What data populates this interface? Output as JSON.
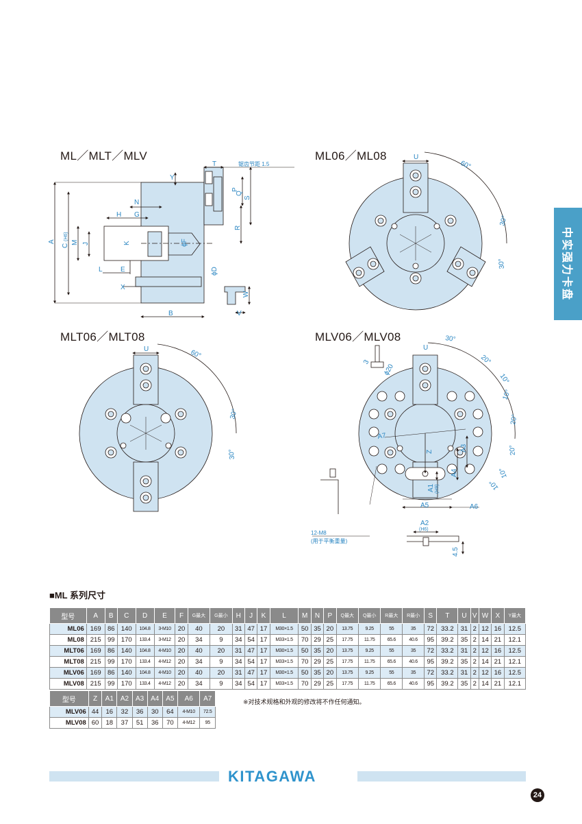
{
  "side_tab": "中实强力卡盘",
  "diagrams": {
    "ml_title": "ML／MLT／MLV",
    "ml06_title": "ML06／ML08",
    "mlt_title": "MLT06／MLT08",
    "mlv_title": "MLV06／MLV08",
    "labels": {
      "T": "T",
      "Y": "Y",
      "N": "N",
      "H": "H",
      "G": "G",
      "A": "A",
      "C": "C",
      "CH6": "(H6)",
      "M": "M",
      "J": "J",
      "K": "K",
      "F": "ϕF",
      "L": "L",
      "E": "E",
      "X": "X",
      "D": "ϕD",
      "Q": "Q",
      "P": "P",
      "S": "S",
      "R": "R",
      "W": "W",
      "V": "V",
      "B": "B",
      "U": "U",
      "pitch": "锯齿节距 1.5",
      "a60": "60°",
      "a30": "30°",
      "a20": "20°",
      "a10": "10°",
      "A1": "A1",
      "H9": "(H9)",
      "A2": "A2",
      "H6": "(H6)",
      "A3": "A3",
      "A4": "A4",
      "A5": "A5",
      "A6": "A6",
      "A7": "A7",
      "Z": "Z",
      "three": "3",
      "phi20": "ϕ20",
      "four5": "4.5",
      "m8": "12-M8",
      "m8_note": "(用于平衡重量)"
    }
  },
  "section_title": "■ML 系列尺寸",
  "table1": {
    "headers": [
      "型号",
      "A",
      "B",
      "C",
      "D",
      "E",
      "F",
      "G最大",
      "G最小",
      "H",
      "J",
      "K",
      "L",
      "M",
      "N",
      "P",
      "Q最大",
      "Q最小",
      "R最大",
      "R最小",
      "S",
      "T",
      "U",
      "V",
      "W",
      "X",
      "Y最大"
    ],
    "rows": [
      [
        "ML06",
        "169",
        "86",
        "140",
        "104.8",
        "3-M10",
        "20",
        "40",
        "20",
        "31",
        "47",
        "17",
        "M30×1.5",
        "50",
        "35",
        "20",
        "13.75",
        "9.25",
        "55",
        "35",
        "72",
        "33.2",
        "31",
        "2",
        "12",
        "16",
        "12.5"
      ],
      [
        "ML08",
        "215",
        "99",
        "170",
        "133.4",
        "3-M12",
        "20",
        "34",
        "9",
        "34",
        "54",
        "17",
        "M33×1.5",
        "70",
        "29",
        "25",
        "17.75",
        "11.75",
        "65.6",
        "40.6",
        "95",
        "39.2",
        "35",
        "2",
        "14",
        "21",
        "12.1"
      ],
      [
        "MLT06",
        "169",
        "86",
        "140",
        "104.8",
        "4-M10",
        "20",
        "40",
        "20",
        "31",
        "47",
        "17",
        "M30×1.5",
        "50",
        "35",
        "20",
        "13.75",
        "9.25",
        "55",
        "35",
        "72",
        "33.2",
        "31",
        "2",
        "12",
        "16",
        "12.5"
      ],
      [
        "MLT08",
        "215",
        "99",
        "170",
        "133.4",
        "4-M12",
        "20",
        "34",
        "9",
        "34",
        "54",
        "17",
        "M33×1.5",
        "70",
        "29",
        "25",
        "17.75",
        "11.75",
        "65.6",
        "40.6",
        "95",
        "39.2",
        "35",
        "2",
        "14",
        "21",
        "12.1"
      ],
      [
        "MLV06",
        "169",
        "86",
        "140",
        "104.8",
        "4-M10",
        "20",
        "40",
        "20",
        "31",
        "47",
        "17",
        "M30×1.5",
        "50",
        "35",
        "20",
        "13.75",
        "9.25",
        "55",
        "35",
        "72",
        "33.2",
        "31",
        "2",
        "12",
        "16",
        "12.5"
      ],
      [
        "MLV08",
        "215",
        "99",
        "170",
        "133.4",
        "4-M12",
        "20",
        "34",
        "9",
        "34",
        "54",
        "17",
        "M33×1.5",
        "70",
        "29",
        "25",
        "17.75",
        "11.75",
        "65.6",
        "40.6",
        "95",
        "39.2",
        "35",
        "2",
        "14",
        "21",
        "12.1"
      ]
    ]
  },
  "table2": {
    "headers": [
      "型号",
      "Z",
      "A1",
      "A2",
      "A3",
      "A4",
      "A5",
      "A6",
      "A7"
    ],
    "rows": [
      [
        "MLV06",
        "44",
        "16",
        "32",
        "36",
        "30",
        "64",
        "4-M10",
        "72.5"
      ],
      [
        "MLV08",
        "60",
        "18",
        "37",
        "51",
        "36",
        "70",
        "4-M12",
        "95"
      ]
    ]
  },
  "note": "※对技术规格和外观的修改将不作任何通知。",
  "footer_logo": "KITAGAWA",
  "page_number": "24",
  "colors": {
    "accent": "#4aa0c8",
    "fill": "#cfe3f1",
    "dim": "#2a86c2"
  }
}
